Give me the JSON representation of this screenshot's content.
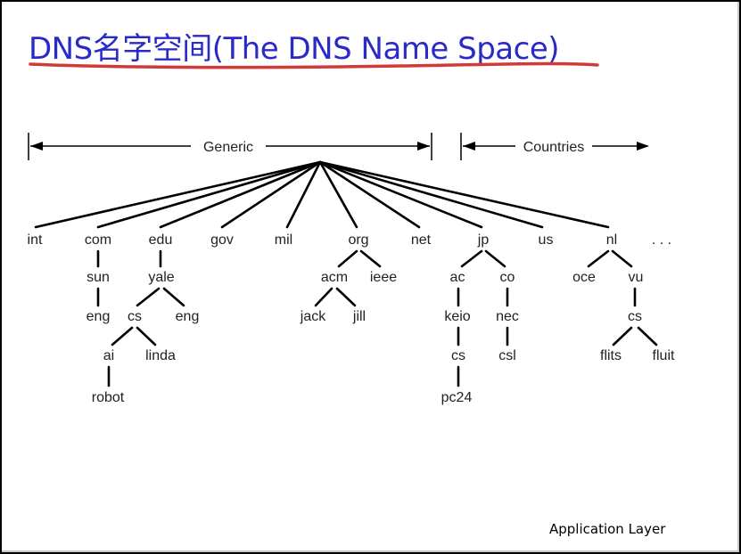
{
  "slide": {
    "title": "DNS名字空间(The DNS Name Space)",
    "footer": "Application Layer"
  },
  "diagram": {
    "group_labels": {
      "generic": "Generic",
      "countries": "Countries"
    },
    "nodes": {
      "int": "int",
      "com": "com",
      "edu": "edu",
      "gov": "gov",
      "mil": "mil",
      "org": "org",
      "net": "net",
      "jp": "jp",
      "us": "us",
      "nl": "nl",
      "more": ". . .",
      "sun": "sun",
      "sun_eng": "eng",
      "yale": "yale",
      "yale_cs": "cs",
      "yale_eng": "eng",
      "ai": "ai",
      "linda": "linda",
      "robot": "robot",
      "acm": "acm",
      "ieee": "ieee",
      "jack": "jack",
      "jill": "jill",
      "ac": "ac",
      "co": "co",
      "keio": "keio",
      "nec": "nec",
      "keio_cs": "cs",
      "csl": "csl",
      "pc24": "pc24",
      "oce": "oce",
      "vu": "vu",
      "vu_cs": "cs",
      "flits": "flits",
      "fluit": "fluit"
    }
  }
}
